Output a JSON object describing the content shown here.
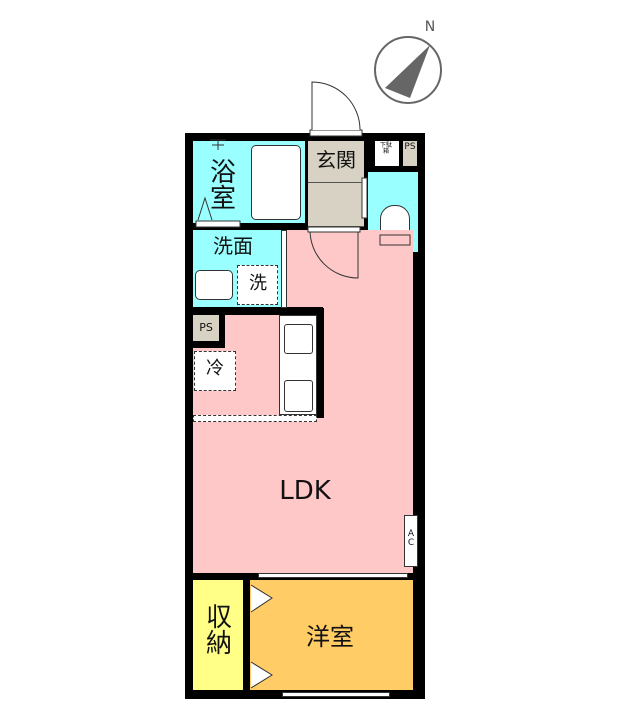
{
  "compass": {
    "label": "N"
  },
  "rooms": {
    "bath": {
      "label": "浴室",
      "color": "#99ffff"
    },
    "entrance": {
      "label": "玄関",
      "color": "#d8d2c4"
    },
    "shoe_box": {
      "label": "下駄箱"
    },
    "ps_top": {
      "label": "PS"
    },
    "toilet": {
      "color": "#99ffff"
    },
    "washroom": {
      "label": "洗面",
      "color": "#99ffff"
    },
    "washer": {
      "label": "洗"
    },
    "ps_kitchen": {
      "label": "PS"
    },
    "fridge": {
      "label": "冷"
    },
    "ldk": {
      "label": "LDK",
      "color": "#ffc8c8"
    },
    "ac": {
      "label": "AC"
    },
    "storage": {
      "label": "収納",
      "color": "#ffff88"
    },
    "western": {
      "label": "洋室",
      "color": "#ffcc66"
    }
  }
}
